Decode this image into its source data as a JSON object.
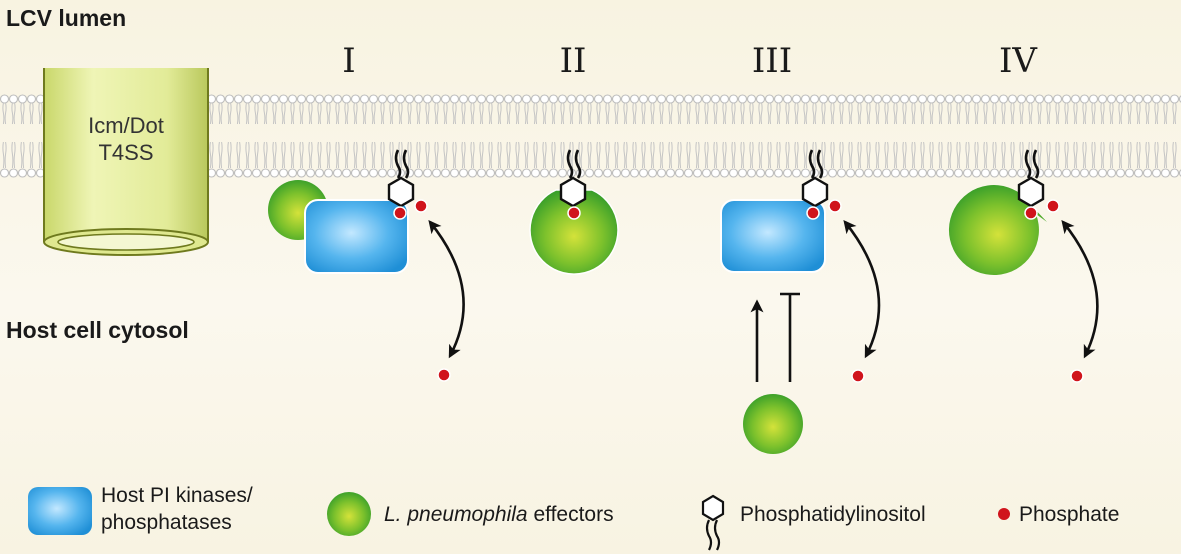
{
  "labels": {
    "lumen": "LCV lumen",
    "cytosol": "Host cell cytosol",
    "t4ss_line1": "Icm/Dot",
    "t4ss_line2": "T4SS"
  },
  "panels": [
    "I",
    "II",
    "III",
    "IV"
  ],
  "legend": {
    "kinase_line1": "Host PI kinases/",
    "kinase_line2": "phosphatases",
    "effector_italic": "L. pneumophila",
    "effector_rest": " effectors",
    "pi": "Phosphatidylinositol",
    "phosphate": "Phosphate"
  },
  "colors": {
    "kinase_blue": "#2f9fe0",
    "effector_green": "#4caf2a",
    "phosphate_red": "#d0141c",
    "t4ss_yellow": "#e4ee9c",
    "membrane": "#c9c9c9"
  }
}
